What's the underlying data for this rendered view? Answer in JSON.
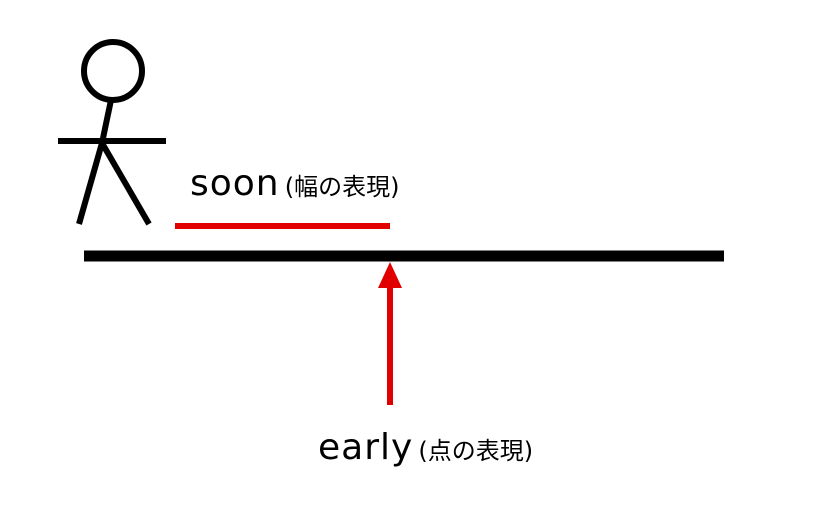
{
  "diagram": {
    "soon": {
      "word": "soon",
      "note": "(幅の表現)"
    },
    "early": {
      "word": "early",
      "note": "(点の表現)"
    },
    "colors": {
      "line": "#000000",
      "accent": "#e00000"
    },
    "icons": {
      "person": "stick-figure-icon",
      "pointer": "up-arrow-icon"
    }
  }
}
